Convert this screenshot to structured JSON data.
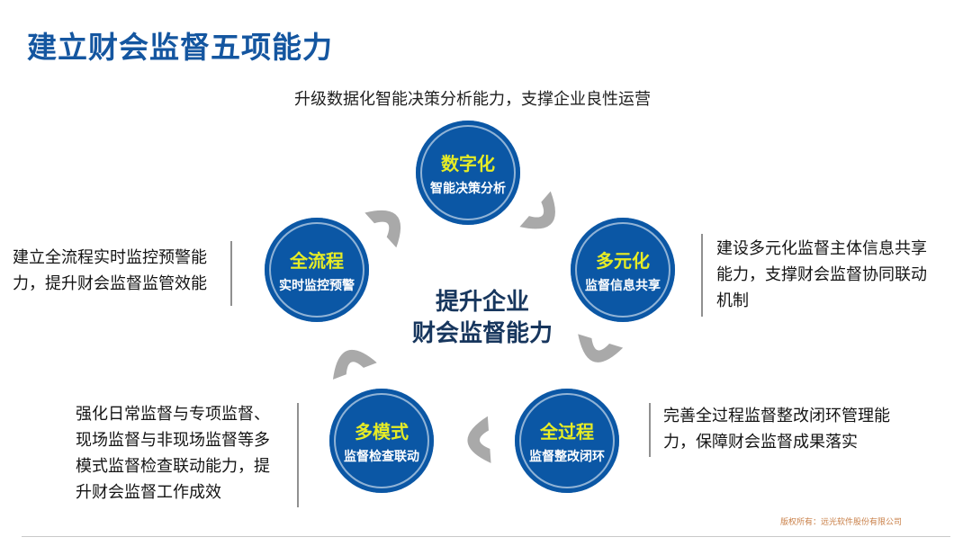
{
  "slide": {
    "title": "建立财会监督五项能力",
    "footer": "版权所有：远光软件股份有限公司"
  },
  "center_label": {
    "line1": "提升企业",
    "line2": "财会监督能力"
  },
  "top_annotation": "升级数据化智能决策分析能力，支撑企业良性运营",
  "nodes": [
    {
      "position": "top",
      "label": "数字化",
      "sublabel": "智能决策分析"
    },
    {
      "position": "right",
      "label": "多元化",
      "sublabel": "监督信息共享"
    },
    {
      "position": "bottom-right",
      "label": "全过程",
      "sublabel": "监督整改闭环"
    },
    {
      "position": "bottom-left",
      "label": "多模式",
      "sublabel": "监督检查联动"
    },
    {
      "position": "left",
      "label": "全流程",
      "sublabel": "实时监控预警"
    }
  ],
  "annotations": {
    "left": "建立全流程实时监控预警能力，提升财会监督监管效能",
    "right": "建设多元化监督主体信息共享能力，支撑财会监督协同联动机制",
    "bottom_left": "强化日常监督与专项监督、现场监督与非现场监督等多模式监督检查联动能力，提升财会监督工作成效",
    "bottom_right": "完善全过程监督整改闭环管理能力，保障财会监督成果落实"
  },
  "icons": {
    "arrows": [
      "arrow-up-right",
      "arrow-down-right",
      "arrow-down-left",
      "arrow-left",
      "arrow-up-left"
    ]
  },
  "colors": {
    "title_blue": "#1456a0",
    "circle_blue": "#0b57a5",
    "label_yellow": "#e6ec25",
    "center_navy": "#17365d",
    "arrow_gray": "#a9a9a9",
    "footer_orange": "#c98049",
    "divider_gray": "#909090"
  }
}
